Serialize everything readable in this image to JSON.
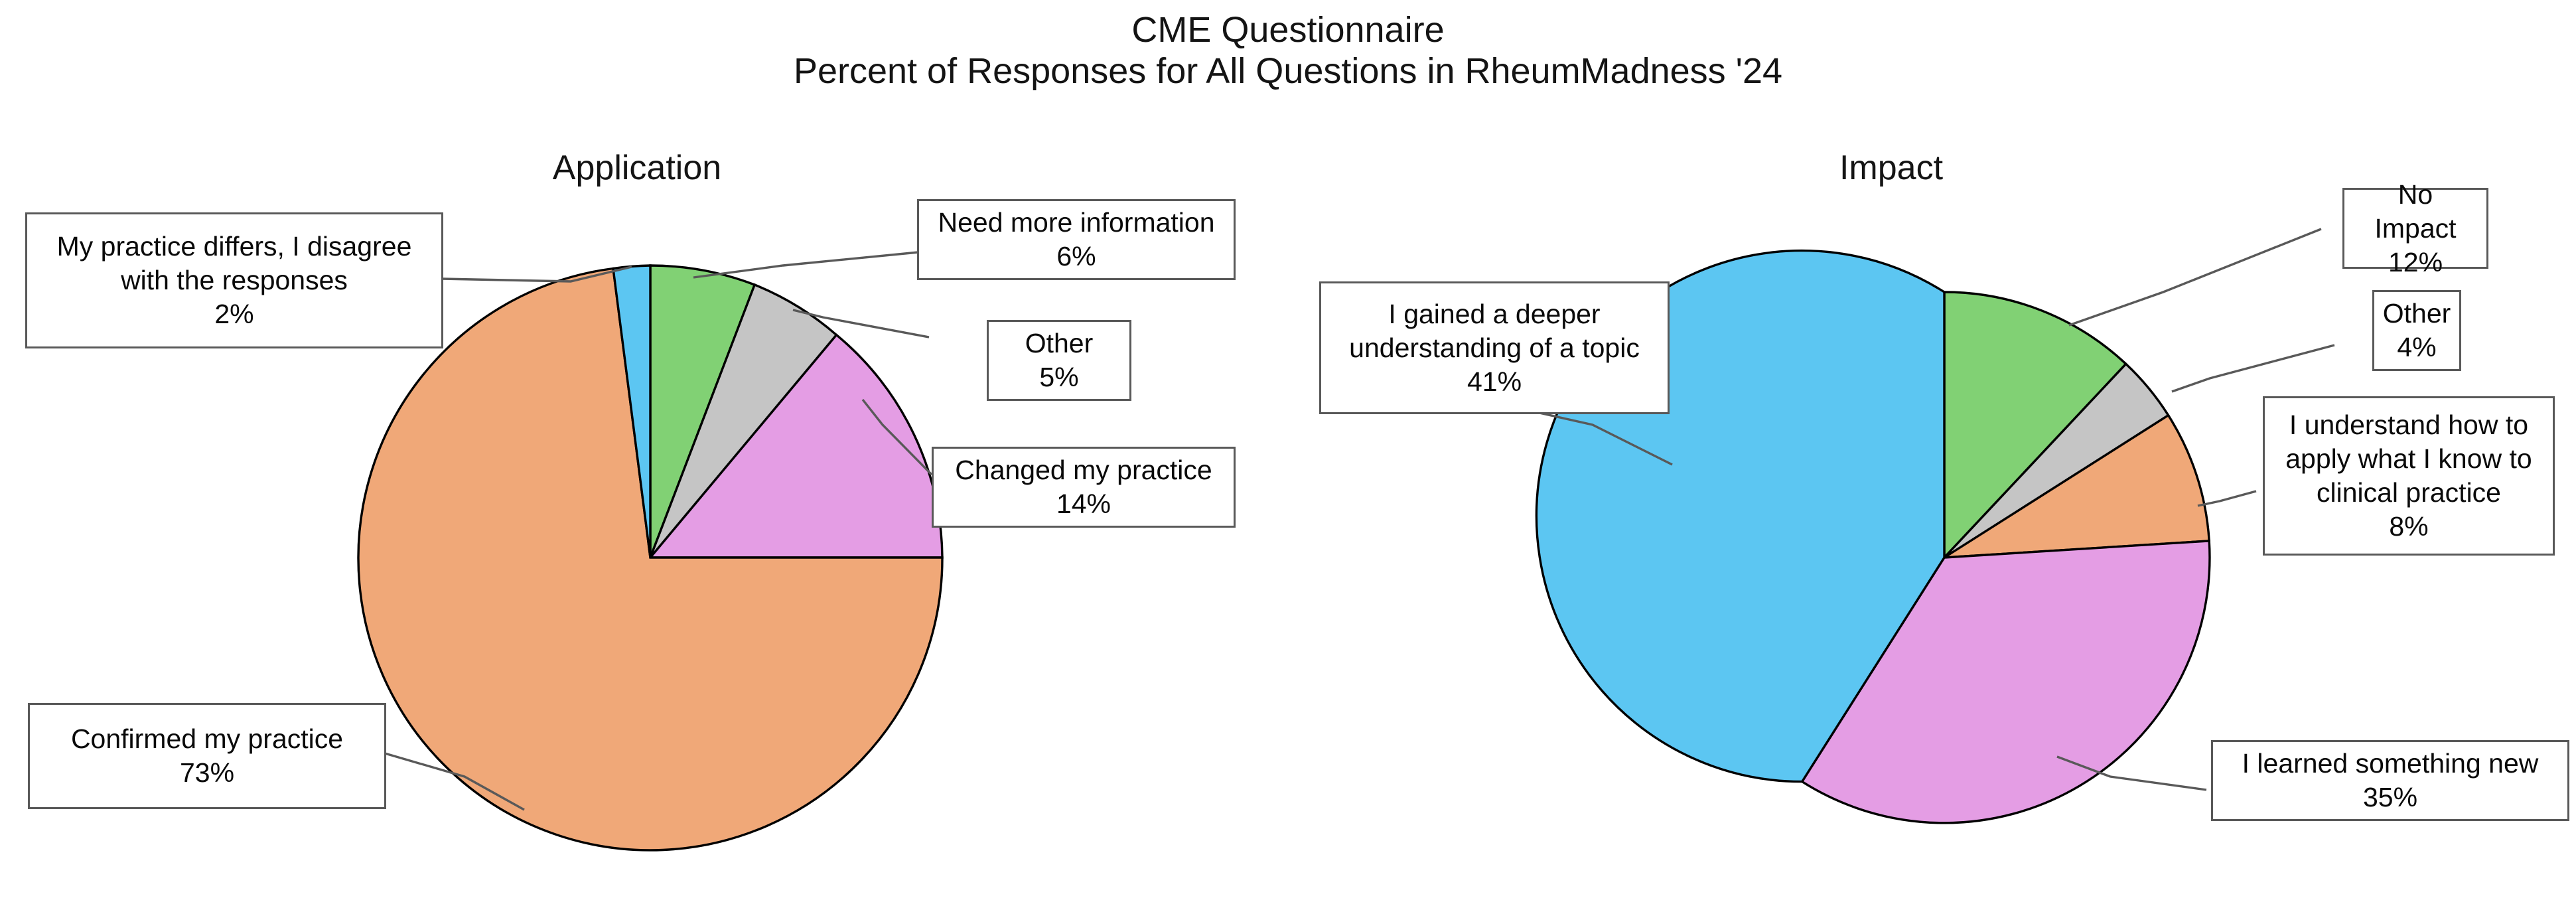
{
  "figure": {
    "title_line1": "CME Questionnaire",
    "title_line2": "Percent of Responses for All Questions in RheumMadness '24",
    "title_full": "CME Questionnaire\nPercent of Responses for All Questions in RheumMadness '24",
    "background_color": "#ffffff",
    "text_color": "#141414",
    "callout_border_color": "#595959",
    "leader_line_color": "#595959",
    "slice_edge_color": "#000000"
  },
  "chart_data": [
    {
      "type": "pie",
      "title": "Application",
      "subtitle": "",
      "xlabel": "",
      "ylabel": "",
      "start_angle_deg": 90,
      "direction": "clockwise",
      "legend": "none (annotated callout labels with leader lines)",
      "labels": [
        "Need more information",
        "Other",
        "Changed my practice",
        "Confirmed my practice",
        "My practice differs, I disagree with the responses"
      ],
      "values": [
        6,
        5,
        14,
        73,
        2
      ],
      "value_labels": [
        "6%",
        "5%",
        "14%",
        "73%",
        "2%"
      ],
      "colors": [
        "#81D174",
        "#C5C5C5",
        "#E49DE4",
        "#F0A878",
        "#5CC6F2"
      ],
      "units": "percent",
      "total": 100
    },
    {
      "type": "pie",
      "title": "Impact",
      "subtitle": "",
      "xlabel": "",
      "ylabel": "",
      "start_angle_deg": 90,
      "direction": "clockwise",
      "legend": "none (annotated callout labels with leader lines)",
      "labels": [
        "No Impact",
        "Other",
        "I understand how to apply what I know to clinical practice",
        "I learned something new",
        "I gained a deeper understanding of a topic"
      ],
      "values": [
        12,
        4,
        8,
        35,
        41
      ],
      "value_labels": [
        "12%",
        "4%",
        "8%",
        "35%",
        "41%"
      ],
      "colors": [
        "#81D174",
        "#C5C5C5",
        "#F0A878",
        "#E49DE4",
        "#5CC6F2"
      ],
      "units": "percent",
      "total": 100
    }
  ],
  "application": {
    "title": "Application",
    "callouts": {
      "practice_differs": "My practice differs, I disagree\nwith the responses\n2%",
      "need_more_information": "Need more information\n6%",
      "other": "Other\n5%",
      "changed_my_practice": "Changed my practice\n14%",
      "confirmed_my_practice": "Confirmed my practice\n73%"
    }
  },
  "impact": {
    "title": "Impact",
    "callouts": {
      "deeper_understanding": "I gained a deeper\nunderstanding of a topic\n41%",
      "no_impact": "No Impact\n12%",
      "other": "Other\n4%",
      "apply_to_clinical_practice": "I understand how to\napply what I know to\nclinical practice\n8%",
      "learned_something_new": "I learned something new\n35%"
    }
  }
}
